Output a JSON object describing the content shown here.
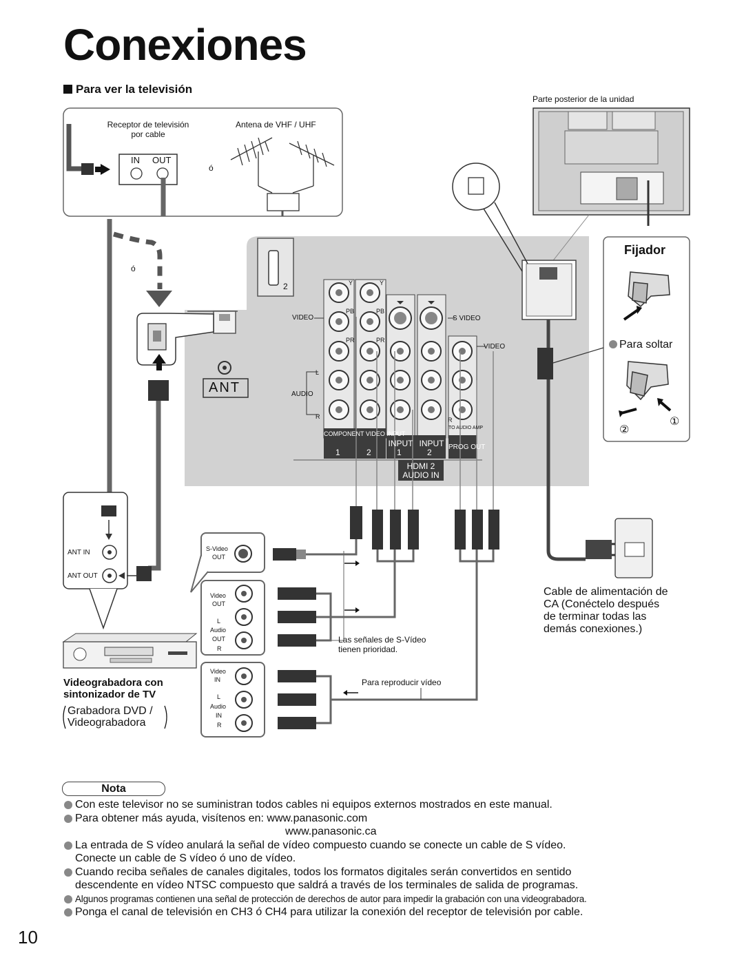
{
  "page_title": "Conexiones",
  "section_heading": "Para ver la televisión",
  "labels": {
    "rear_of_unit": "Parte posterior de la unidad",
    "cable_box_line1": "Receptor de televisión",
    "cable_box_line2": "por cable",
    "antenna": "Antena de VHF / UHF",
    "in": "IN",
    "out": "OUT",
    "or_1": "ó",
    "or_2": "ó",
    "ant_panel": "ANT",
    "hdmi_num": "2",
    "video_left": "VIDEO",
    "audio_left": "AUDIO",
    "y": "Y",
    "pb": "PB",
    "pr": "PR",
    "l": "L",
    "r": "R",
    "s_video": "S VIDEO",
    "video_right": "VIDEO",
    "to_audio_amp": "TO AUDIO AMP",
    "component_video_input": "COMPONENT VIDEO INPUT",
    "input": "INPUT",
    "prog_out": "PROG OUT",
    "num_1": "1",
    "num_2": "2",
    "hdmi2_audio_in_l1": "HDMI 2",
    "hdmi2_audio_in_l2": "AUDIO IN",
    "fijador": "Fijador",
    "para_soltar": "Para soltar",
    "circled_1": "①",
    "circled_2": "②",
    "ant_in": "ANT IN",
    "ant_out": "ANT OUT",
    "svideo_out_1": "S-Video",
    "svideo_out_2": "OUT",
    "video_out_1": "Video",
    "video_out_2": "OUT",
    "audio_out_l": "L",
    "audio_out_1": "Audio",
    "audio_out_2": "OUT",
    "audio_out_r": "R",
    "video_in_1": "Video",
    "video_in_2": "IN",
    "audio_in_l": "L",
    "audio_in_1": "Audio",
    "audio_in_2": "IN",
    "audio_in_r": "R",
    "svideo_priority_1": "Las señales de S-Vídeo",
    "svideo_priority_2": "tienen prioridad.",
    "para_reproducir": "Para reproducir vídeo",
    "vcr_title_1": "Videograbadora con",
    "vcr_title_2": "sintonizador de TV",
    "vcr_sub_1": "Grabadora DVD /",
    "vcr_sub_2": "Videograbadora",
    "power_1": "Cable de alimentación de",
    "power_2": "CA (Conéctelo después",
    "power_3": "de terminar todas las",
    "power_4": "demás conexiones.)"
  },
  "nota": {
    "title": "Nota",
    "items": [
      "Con este televisor no se suministran todos cables ni equipos externos mostrados en este manual.",
      "Para obtener más ayuda, visítenos en: www.panasonic.com",
      "www.panasonic.ca",
      "La entrada de S vídeo anulará la señal de vídeo compuesto cuando se conecte un cable de S vídeo.",
      "Conecte un cable de S vídeo ó uno de vídeo.",
      "Cuando reciba señales de canales digitales, todos los formatos digitales serán convertidos en sentido",
      "descendente en vídeo NTSC compuesto que saldrá a través de los terminales de salida de programas.",
      "Algunos programas contienen una señal de protección de derechos de autor para impedir la grabación con una videograbadora.",
      "Ponga el canal de televisión en CH3 ó CH4 para utilizar la conexión del receptor de televisión por cable."
    ]
  },
  "page_number": "10"
}
